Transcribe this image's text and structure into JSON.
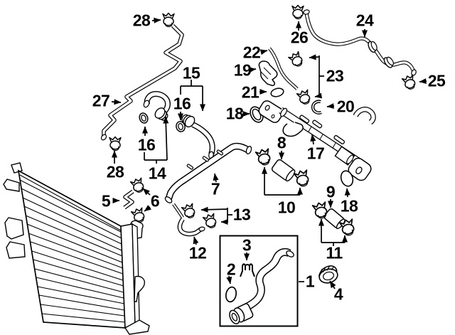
{
  "diagram": {
    "type": "exploded-parts-diagram",
    "colors": {
      "background": "#ffffff",
      "line": "#000000"
    },
    "callouts": [
      {
        "text": "1"
      },
      {
        "text": "2"
      },
      {
        "text": "3"
      },
      {
        "text": "4"
      },
      {
        "text": "5"
      },
      {
        "text": "6"
      },
      {
        "text": "7"
      },
      {
        "text": "8"
      },
      {
        "text": "9"
      },
      {
        "text": "10"
      },
      {
        "text": "11"
      },
      {
        "text": "12"
      },
      {
        "text": "13"
      },
      {
        "text": "14"
      },
      {
        "text": "15"
      },
      {
        "text": "16"
      },
      {
        "text": "16"
      },
      {
        "text": "17"
      },
      {
        "text": "18"
      },
      {
        "text": "18"
      },
      {
        "text": "19"
      },
      {
        "text": "20"
      },
      {
        "text": "21"
      },
      {
        "text": "22"
      },
      {
        "text": "23"
      },
      {
        "text": "24"
      },
      {
        "text": "25"
      },
      {
        "text": "26"
      },
      {
        "text": "27"
      },
      {
        "text": "28"
      },
      {
        "text": "28"
      }
    ]
  }
}
